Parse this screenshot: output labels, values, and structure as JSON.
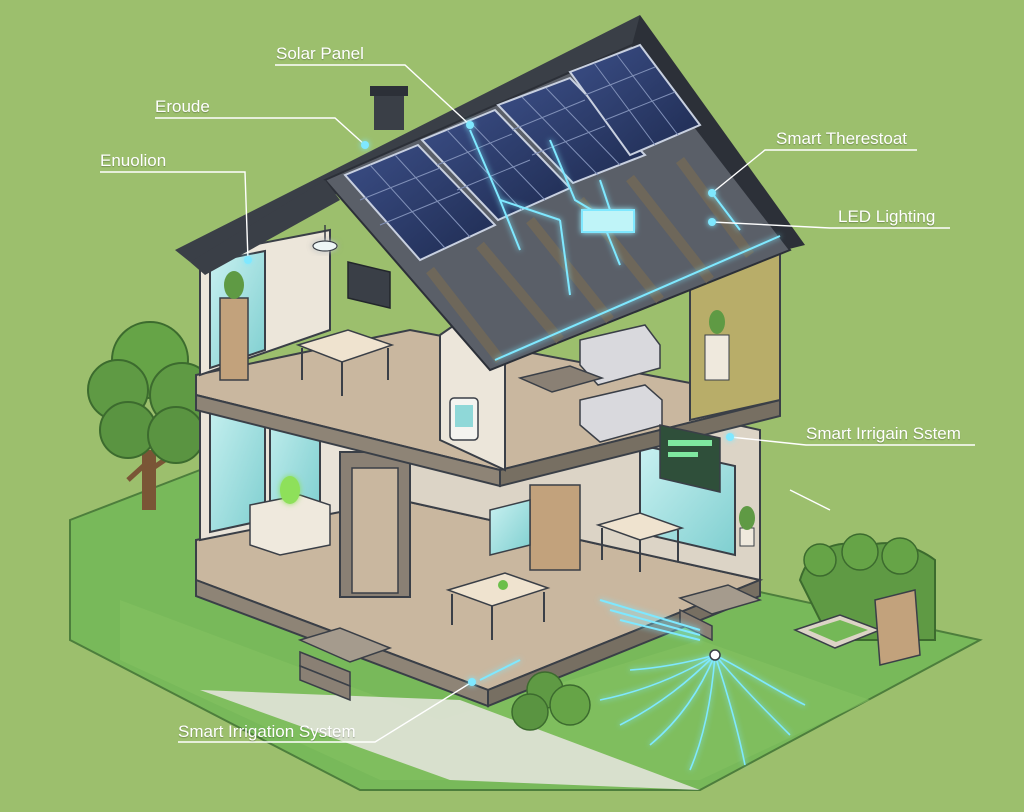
{
  "diagram": {
    "labels": {
      "solar_panel": "Solar Panel",
      "eroude": "Eroude",
      "enuolion": "Enuolion",
      "smart_thermostat": "Smart Therestoat",
      "led_lighting": "LED Lighting",
      "smart_irrigation_right": "Smart Irrigain Sstem",
      "smart_irrigation_bottom": "Smart Irrigation System"
    },
    "colors": {
      "background": "#9cbf6d",
      "lawn": "#74b857",
      "roof": "#3a3f47",
      "solar": "#2c3b66",
      "glow": "#7fe8ff",
      "wall": "#ece6da",
      "floor": "#c9b79f",
      "insulation": "#b8ad69",
      "glass": "#a6e0e0",
      "tree": "#5f9a44"
    }
  }
}
